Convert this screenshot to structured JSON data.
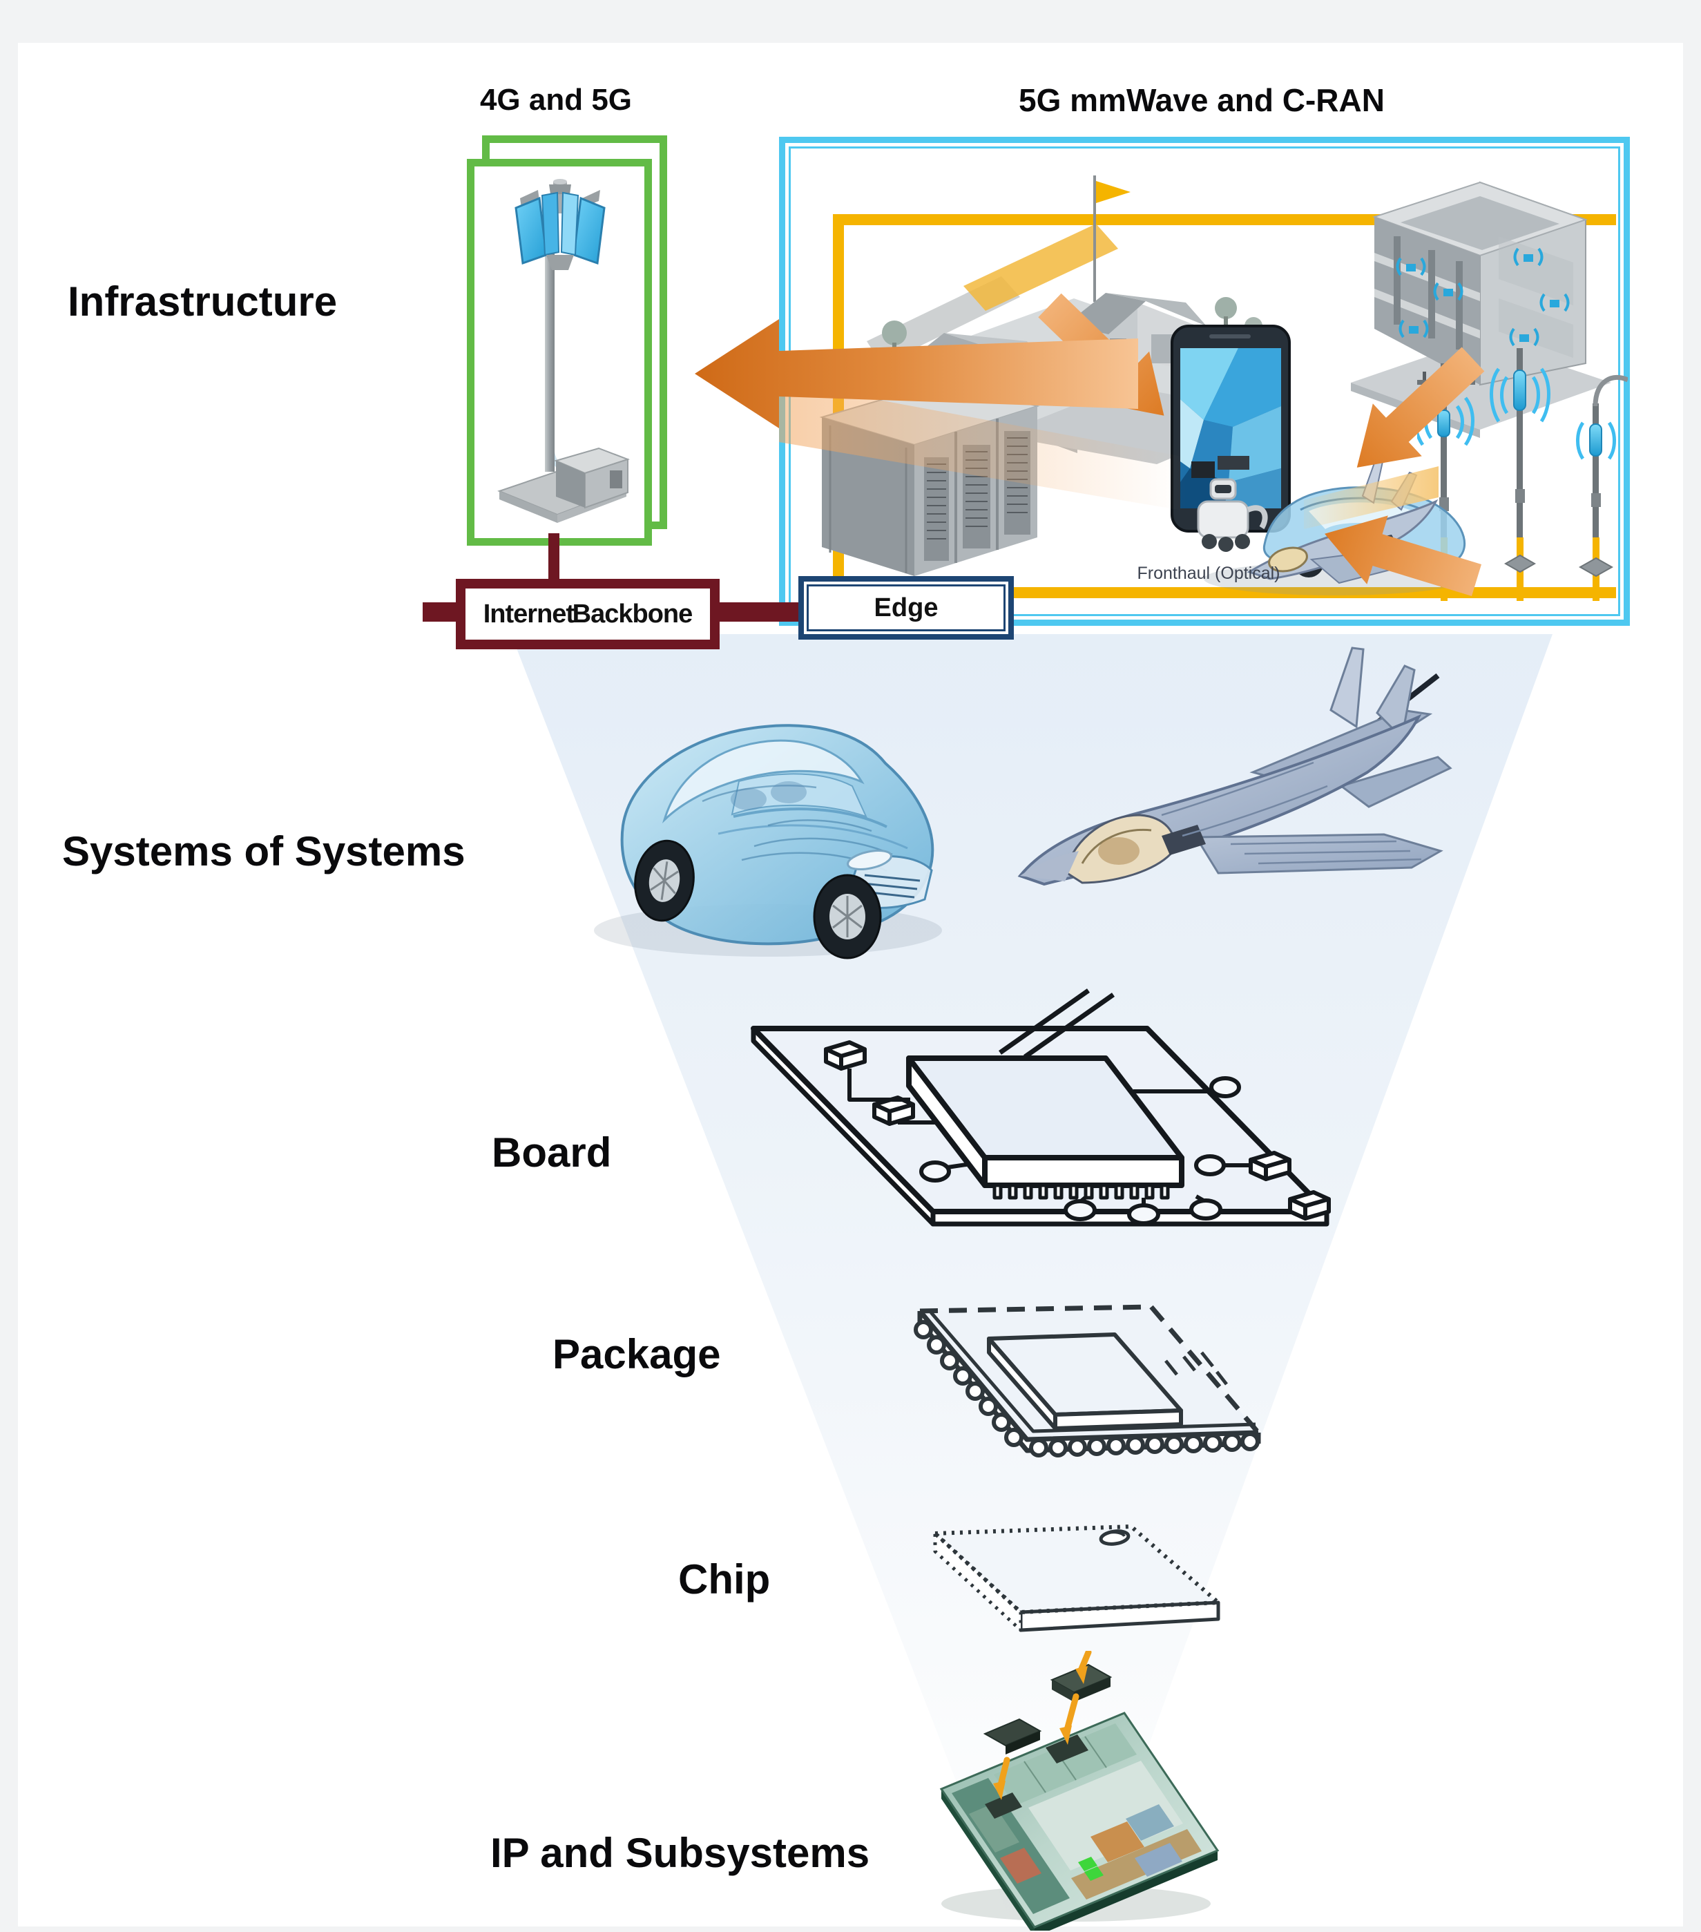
{
  "colors": {
    "green": "#62bb46",
    "cyan": "#4ec8f0",
    "yellow": "#f5b400",
    "maroon": "#6e1722",
    "navy": "#1d4573",
    "orange": "#df7a26",
    "funnel-top": "#dde8f5"
  },
  "infrastructure": {
    "label": "Infrastructure",
    "macro_box": {
      "title": "4G and 5G",
      "icon": "cell-tower"
    },
    "mmwave_box": {
      "title": "5G mmWave and C-RAN",
      "fronthaul_label": "Fronthaul (Optical)",
      "icons": [
        "houses",
        "office-building",
        "server-racks",
        "smartphone",
        "connected-car",
        "fighter-jet",
        "service-robot",
        "small-cell-poles",
        "orange-arrows",
        "yellow-fronthaul-lines"
      ]
    },
    "backbone_box": {
      "label": "Internet Backbone"
    },
    "edge_box": {
      "label": "Edge"
    }
  },
  "hierarchy": {
    "systems_label": "Systems of Systems",
    "board_label": "Board",
    "package_label": "Package",
    "chip_label": "Chip",
    "ip_label": "IP and Subsystems",
    "icons": [
      "transparent-car",
      "fighter-jet",
      "pcb-board-drawing",
      "ic-package-drawing",
      "bare-chip-drawing",
      "soc-die-photo"
    ]
  }
}
